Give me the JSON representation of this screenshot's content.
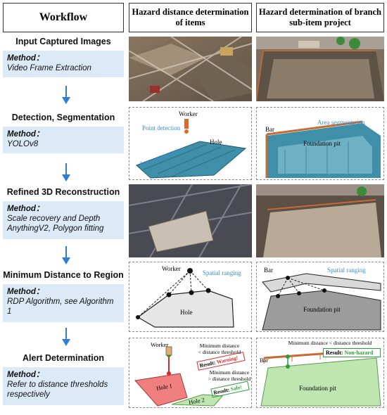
{
  "headers": {
    "workflow": "Workflow",
    "col1": "Hazard distance determination of items",
    "col2": "Hazard determination of branch sub-item project"
  },
  "method_label": "Method：",
  "steps": [
    {
      "title": "Input Captured Images",
      "method": "Video Frame Extraction"
    },
    {
      "title": "Detection, Segmentation",
      "method": "YOLOv8"
    },
    {
      "title": "Refined 3D Reconstruction",
      "method": "Scale recovery and Depth AnythingV2, Polygon fitting"
    },
    {
      "title": "Minimum Distance to Region",
      "method": "RDP Algorithm, see Algorithm 1"
    },
    {
      "title": "Alert Determination",
      "method": "Refer to distance thresholds respectively"
    }
  ],
  "labels": {
    "worker": "Worker",
    "point_detection": "Point detection",
    "area_segmentation": "Area segmentation",
    "hole": "Hole",
    "bar": "Bar",
    "foundation_pit": "Foundation pit",
    "spatial_ranging": "Spatial ranging",
    "hole1": "Hole 1",
    "hole2": "Hole 2",
    "min_lt": "Minimum distance",
    "lt_threshold": "< distance threshold",
    "min_gt": "Minimum distance",
    "gt_threshold": "> distance threshold",
    "result_warning_label": "Result:",
    "result_warning": "Warning!",
    "result_safe_label": "Result:",
    "result_safe": "Safe!",
    "min_lt_threshold_full": "Minimum distance < distance threshold",
    "result_nonhazard_label": "Result:",
    "result_nonhazard": "Non-hazard"
  },
  "colors": {
    "method_bg": "#dce9f6",
    "arrow": "#2e7fd1",
    "label_blue": "#3c8fd0",
    "hole_red": "#f08080",
    "hole_green": "#bfe6b0",
    "warning": "#d62b2b",
    "safe": "#2e9e3a"
  }
}
